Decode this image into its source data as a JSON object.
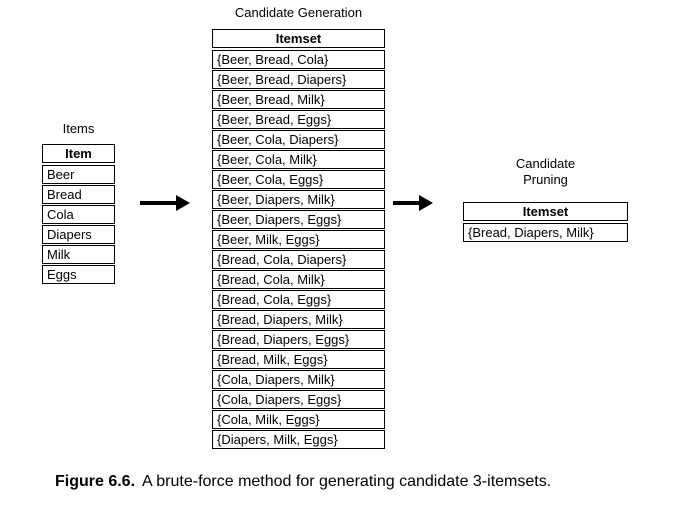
{
  "figure": {
    "items_table": {
      "title": "Items",
      "header": "Item",
      "rows": [
        "Beer",
        "Bread",
        "Cola",
        "Diapers",
        "Milk",
        "Eggs"
      ]
    },
    "generation_table": {
      "title": "Candidate Generation",
      "header": "Itemset",
      "rows": [
        "{Beer, Bread, Cola}",
        "{Beer, Bread, Diapers}",
        "{Beer, Bread, Milk}",
        "{Beer, Bread, Eggs}",
        "{Beer, Cola, Diapers}",
        "{Beer, Cola, Milk}",
        "{Beer, Cola, Eggs}",
        "{Beer, Diapers, Milk}",
        "{Beer, Diapers, Eggs}",
        "{Beer, Milk, Eggs}",
        "{Bread, Cola, Diapers}",
        "{Bread, Cola, Milk}",
        "{Bread, Cola, Eggs}",
        "{Bread, Diapers, Milk}",
        "{Bread, Diapers, Eggs}",
        "{Bread, Milk, Eggs}",
        "{Cola, Diapers, Milk}",
        "{Cola, Diapers, Eggs}",
        "{Cola, Milk, Eggs}",
        "{Diapers, Milk, Eggs}"
      ]
    },
    "pruning_table": {
      "title_line1": "Candidate",
      "title_line2": "Pruning",
      "header": "Itemset",
      "rows": [
        "{Bread, Diapers, Milk}"
      ]
    },
    "caption": {
      "label": "Figure 6.6.",
      "text": "A brute-force method for generating candidate 3-itemsets."
    },
    "colors": {
      "border": "#000000",
      "text": "#000000",
      "background": "#ffffff",
      "arrow": "#000000"
    }
  }
}
